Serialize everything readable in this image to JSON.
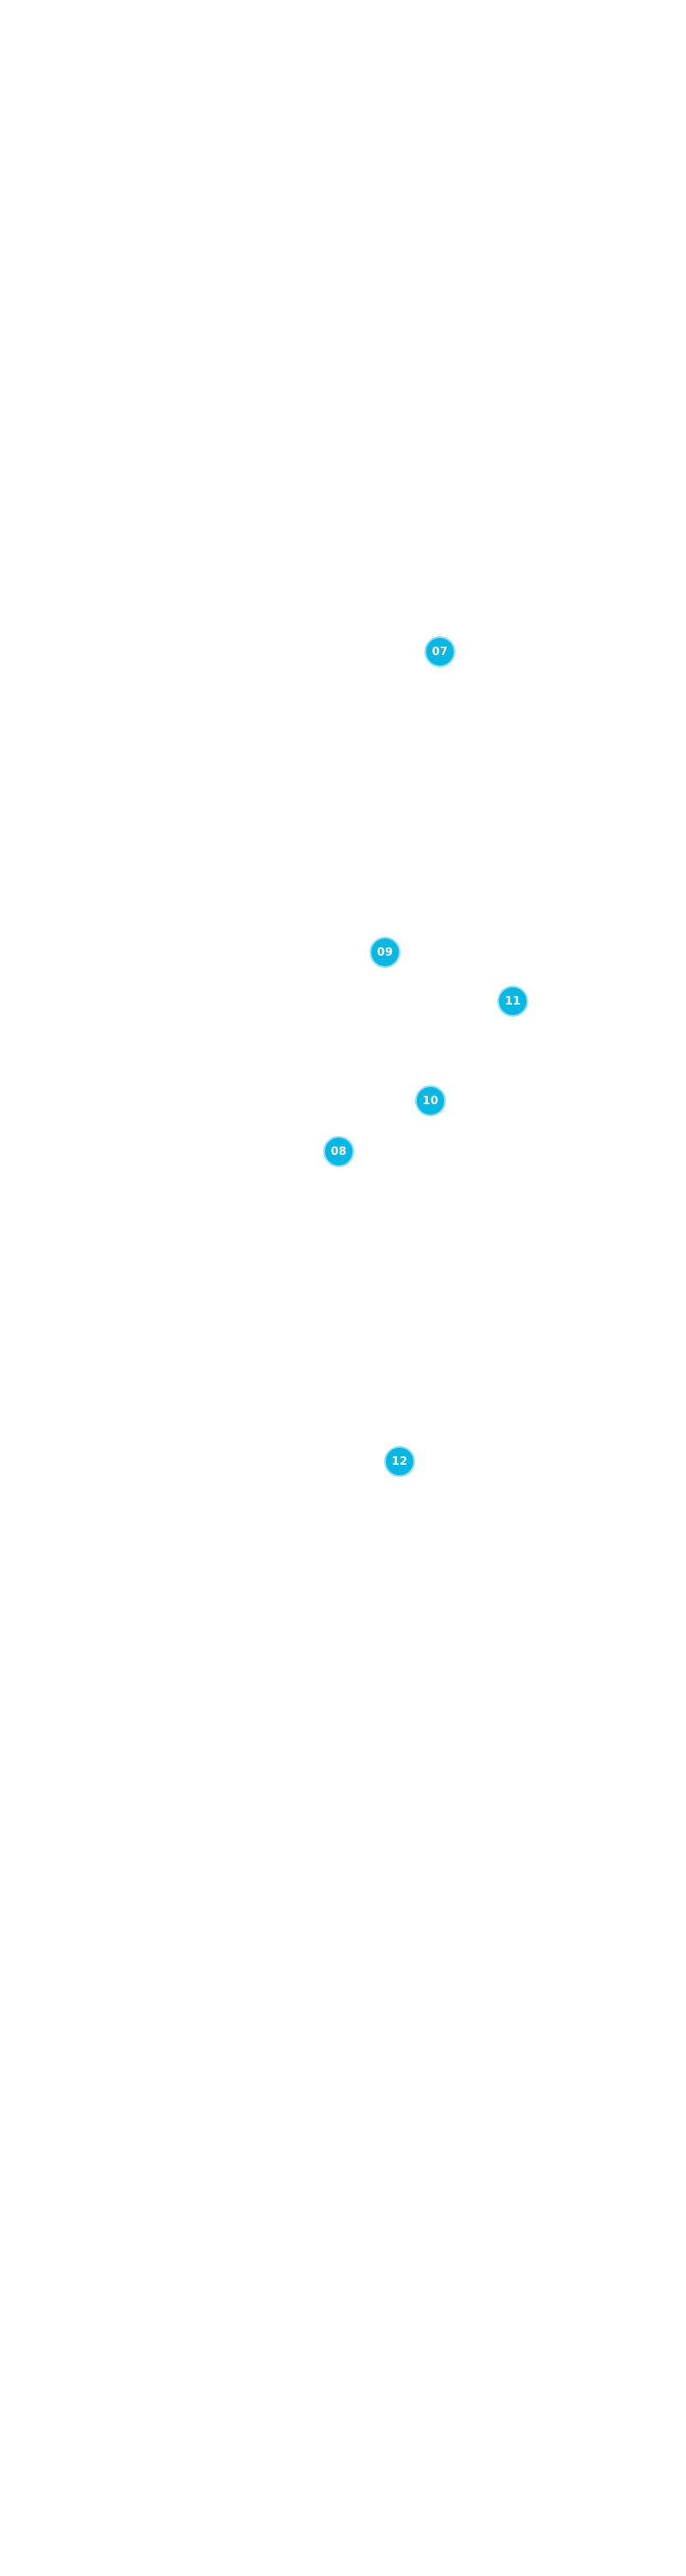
{
  "theme": {
    "background": "#ffffff",
    "hotspot_fill": "#08b8e4",
    "hotspot_ring": "#8fdff4",
    "hotspot_text": "#ffffff"
  },
  "hotspots": [
    {
      "id": "07",
      "label": "07"
    },
    {
      "id": "09",
      "label": "09"
    },
    {
      "id": "11",
      "label": "11"
    },
    {
      "id": "10",
      "label": "10"
    },
    {
      "id": "08",
      "label": "08"
    },
    {
      "id": "12",
      "label": "12"
    }
  ]
}
